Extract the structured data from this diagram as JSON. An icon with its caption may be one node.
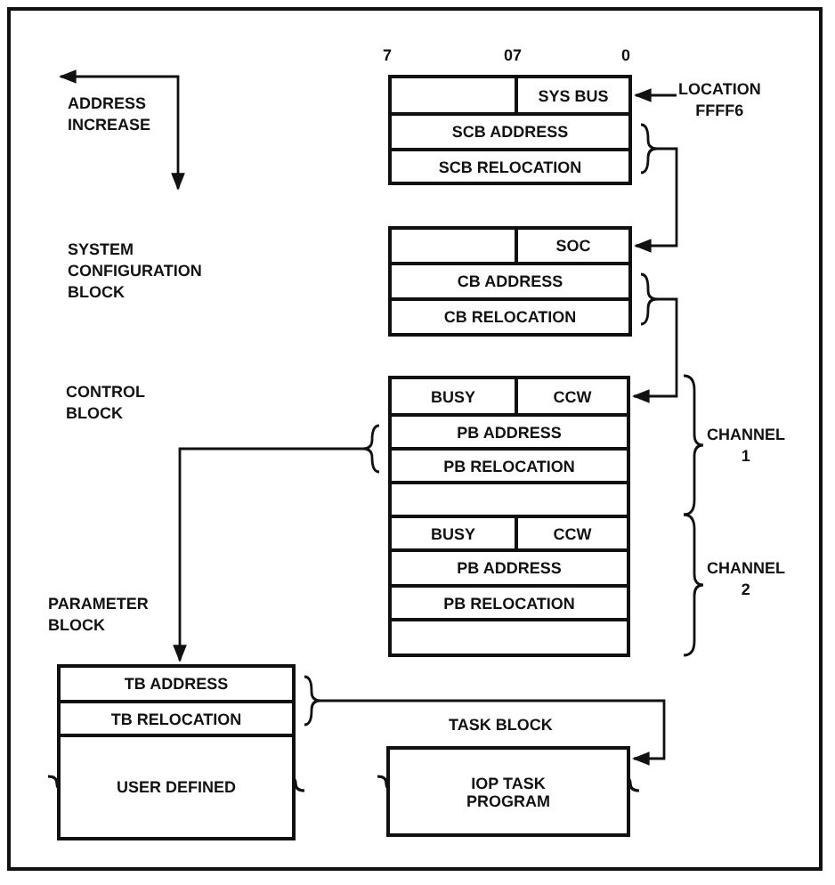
{
  "diagram": {
    "nodes": [
      {
        "text": [],
        "shape": "box"
      },
      {
        "text": [
          "SYS BUS"
        ]
      },
      {
        "text": [
          "SCB ADDRESS"
        ]
      },
      {
        "text": [
          "SCB RELOCATION"
        ]
      },
      {
        "text": [
          "LOCATION FFFF6"
        ]
      },
      {
        "text": [],
        "shape": "box"
      },
      {
        "text": [
          "SOC"
        ]
      },
      {
        "text": [
          "CB ADDRESS"
        ]
      },
      {
        "text": [
          "CB RELOCATION"
        ]
      },
      {
        "text": [
          "BUSY"
        ]
      },
      {
        "text": [
          "CCW"
        ]
      },
      {
        "text": [
          "PB ADDRESS"
        ]
      },
      {
        "text": [
          "PB RELOCATION"
        ]
      },
      {
        "text": [],
        "shape": "box"
      },
      {
        "text": [
          "BUSY"
        ]
      },
      {
        "text": [
          "CCW"
        ]
      },
      {
        "text": [
          "PB ADDRESS"
        ]
      },
      {
        "text": [
          "PB RELOCATION"
        ]
      },
      {
        "text": [],
        "shape": "box"
      },
      {
        "text": [
          "TB ADDRESS"
        ]
      },
      {
        "text": [
          "TB RELOCATION"
        ]
      },
      {
        "text": [
          "USER DEFINED"
        ]
      },
      {
        "text": [
          "IOP TASK PROGRAM"
        ]
      }
    ],
    "edges": [
      {
        "from": 4,
        "to": 1,
        "arrow": "to"
      },
      {
        "from": 2,
        "to": 6,
        "arrow": "to"
      },
      {
        "from": 3,
        "to": 6,
        "arrow": "to"
      },
      {
        "from": 7,
        "to": 10,
        "arrow": "to"
      },
      {
        "from": 8,
        "to": 10,
        "arrow": "to"
      },
      {
        "from": 11,
        "to": 19,
        "arrow": "to"
      },
      {
        "from": 12,
        "to": 19,
        "arrow": "to"
      },
      {
        "from": 19,
        "to": 22,
        "arrow": "to"
      },
      {
        "from": 20,
        "to": 22,
        "arrow": "to"
      }
    ],
    "labels": [
      "7",
      "07",
      "0",
      "ADDRESS INCREASE",
      "SYSTEM CONFIGURATION BLOCK",
      "CONTROL BLOCK",
      "CHANNEL 1",
      "CHANNEL 2",
      "PARAMETER BLOCK",
      "TASK BLOCK"
    ]
  }
}
